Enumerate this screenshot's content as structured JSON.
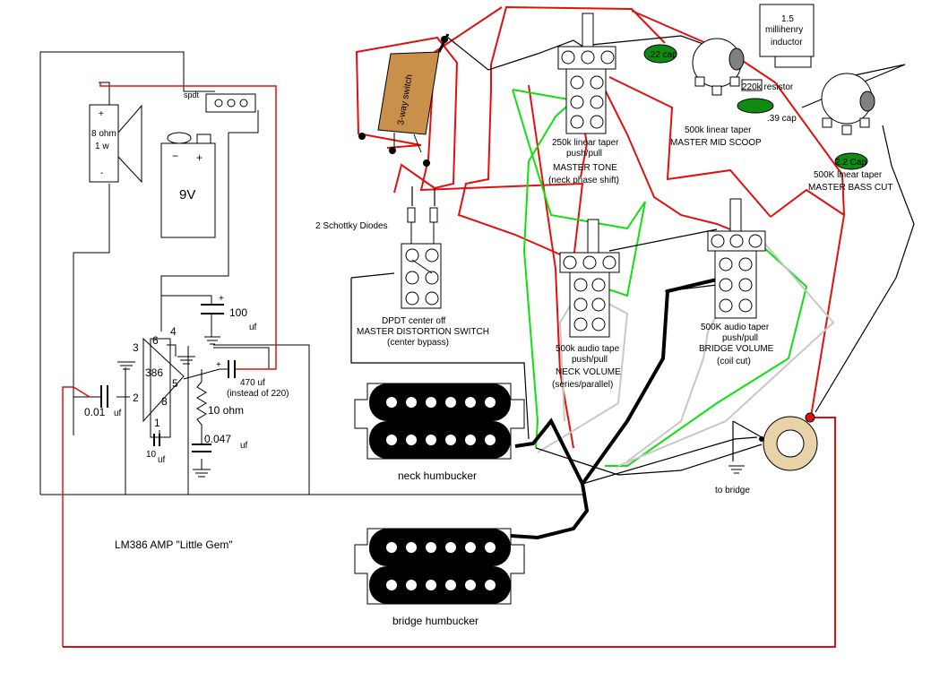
{
  "labels": {
    "speaker_plus": "+",
    "speaker_minus": "-",
    "speaker_line1": "8 ohm",
    "speaker_line2": "1 w",
    "spdt": "spdt",
    "battery_minus": "−",
    "battery_plus": "+",
    "battery_value": "9V",
    "cap_100_plus": "+",
    "cap_100": "100",
    "cap_100_unit": "uf",
    "pin3": "3",
    "pin6": "6",
    "pin4": "4",
    "pin2": "2",
    "pin8": "8",
    "pin5": "5",
    "pin1": "1",
    "chip": "386",
    "cap_001": "0.01",
    "cap_001_unit": "uf",
    "cap_10": "10",
    "cap_10_unit": "uf",
    "cap_470_plus": "+",
    "cap_470": "470 uf",
    "cap_470_note": "(instead of 220)",
    "res_10": "10 ohm",
    "cap_0047": "0.047",
    "cap_0047_unit": "uf",
    "amp_title": "LM386 AMP \"Little Gem\"",
    "three_way": "3-way switch",
    "schottky": "2 Schottky Diodes",
    "dpdt_line1": "DPDT center off",
    "dpdt_line2": "MASTER DISTORTION SWITCH",
    "dpdt_line3": "(center bypass)",
    "tone_line1": "250k linear taper",
    "tone_line2": "push/pull",
    "tone_line3": "MASTER TONE",
    "tone_line4": "(neck phase shift)",
    "cap_22": ".22 cap",
    "mid_line1": "500k linear taper",
    "mid_line2": "MASTER MID SCOOP",
    "inductor_line1": "1.5",
    "inductor_line2": "millihenry",
    "inductor_line3": "inductor",
    "resistor_220k": "220k resistor",
    "cap_39": ".39 cap",
    "cap_22b": "2.2 Cap",
    "bass_line1": "500K linear taper",
    "bass_line2": "MASTER BASS CUT",
    "nvol_line1": "500k audio tape",
    "nvol_line2": "push/pull",
    "nvol_line3": "NECK VOLUME",
    "nvol_line4": "(series/parallel)",
    "bvol_line1": "500K audio taper",
    "bvol_line2": "push/pull",
    "bvol_line3": "BRIDGE VOLUME",
    "bvol_line4": "(coil cut)",
    "neck_hb": "neck humbucker",
    "bridge_hb": "bridge humbucker",
    "to_bridge": "to bridge"
  },
  "colors": {
    "red_wire": "#e01010",
    "green_wire": "#10e010",
    "gray_wire": "#c8c8c8",
    "black_wire": "#000000",
    "switch_body": "#c8904a",
    "cap_green": "#108a10",
    "pot_gray": "#808080"
  },
  "icons": [
    "speaker-icon",
    "battery-icon",
    "ground-icon",
    "capacitor-icon",
    "resistor-icon",
    "potentiometer-icon",
    "humbucker-icon",
    "jack-icon",
    "diode-icon"
  ]
}
